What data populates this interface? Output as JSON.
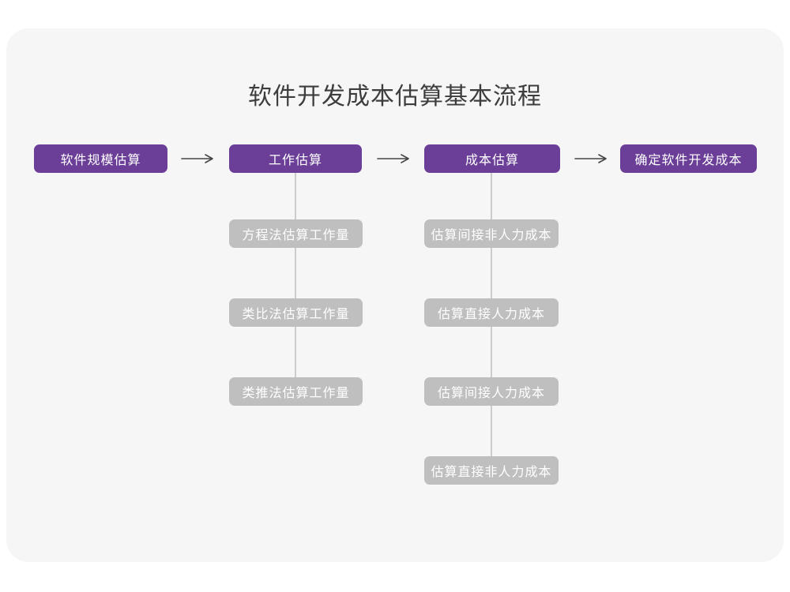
{
  "title": "软件开发成本估算基本流程",
  "colors": {
    "bg-page": "#ffffff",
    "bg-card": "#f6f6f6",
    "purple": "#6B3E98",
    "gray-node": "#BFBFBF",
    "node-text": "#ffffff",
    "title-text": "#3d3d3d",
    "connector": "#cccccc",
    "arrow": "#444444"
  },
  "icons": {
    "flow_arrow": "arrow-right-icon (⟶)"
  },
  "flow": {
    "stages": [
      {
        "label": "软件规模估算"
      },
      {
        "label": "工作估算"
      },
      {
        "label": "成本估算"
      },
      {
        "label": "确定软件开发成本"
      }
    ]
  },
  "work_substeps": [
    {
      "label": "方程法估算工作量"
    },
    {
      "label": "类比法估算工作量"
    },
    {
      "label": "类推法估算工作量"
    }
  ],
  "cost_substeps": [
    {
      "label": "估算间接非人力成本"
    },
    {
      "label": "估算直接人力成本"
    },
    {
      "label": "估算间接人力成本"
    },
    {
      "label": "估算直接非人力成本"
    }
  ]
}
